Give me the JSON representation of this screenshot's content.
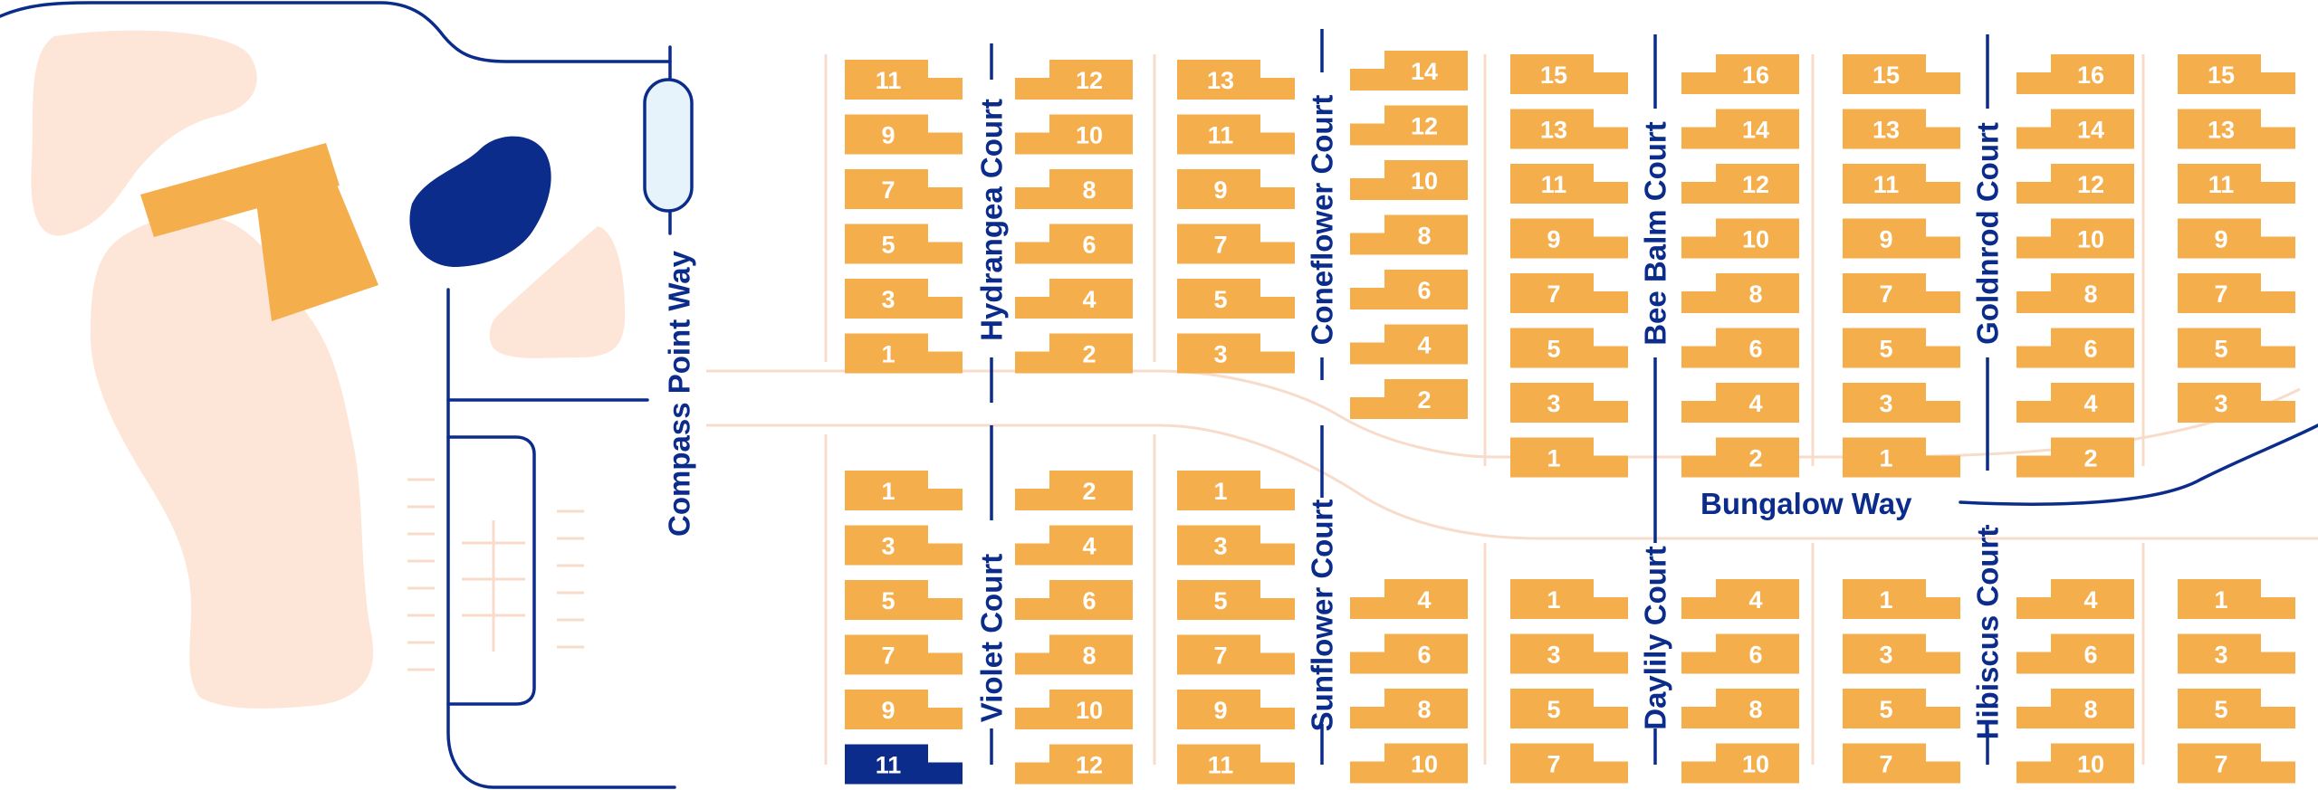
{
  "colors": {
    "lot": "#f5ae4c",
    "lot_selected": "#0b2c8a",
    "road": "#0b2c8a",
    "label": "#0b2c8a",
    "land": "#fde6d8",
    "path": "#f8dccb",
    "pond": "#0b2c8a",
    "pool": "#e6f3fb",
    "clubhouse": "#f5ae4c"
  },
  "streets": {
    "compass_point": "Compass Point Way",
    "bungalow": "Bungalow Way",
    "hydrangea": "Hydrangea Court",
    "coneflower": "Coneflower Court",
    "bee_balm": "Bee Balm Court",
    "goldnrod": "Goldnrod Court",
    "violet": "Violet Court",
    "sunflower": "Sunflower Court",
    "daylily": "Daylily Court",
    "hibiscus": "Hibiscus Court"
  },
  "lot_groups": [
    {
      "id": "hydrangea-west",
      "lots": [
        "11",
        "9",
        "7",
        "5",
        "3",
        "1"
      ]
    },
    {
      "id": "hydrangea-east",
      "lots": [
        "12",
        "10",
        "8",
        "6",
        "4",
        "2"
      ]
    },
    {
      "id": "coneflower-west",
      "lots": [
        "13",
        "11",
        "9",
        "7",
        "5",
        "3"
      ]
    },
    {
      "id": "coneflower-east",
      "lots": [
        "14",
        "12",
        "10",
        "8",
        "6",
        "4",
        "2"
      ]
    },
    {
      "id": "bee-balm-west",
      "lots": [
        "15",
        "13",
        "11",
        "9",
        "7",
        "5",
        "3",
        "1"
      ]
    },
    {
      "id": "bee-balm-east",
      "lots": [
        "16",
        "14",
        "12",
        "10",
        "8",
        "6",
        "4",
        "2"
      ]
    },
    {
      "id": "goldnrod-west",
      "lots": [
        "15",
        "13",
        "11",
        "9",
        "7",
        "5",
        "3",
        "1"
      ]
    },
    {
      "id": "goldnrod-east",
      "lots": [
        "16",
        "14",
        "12",
        "10",
        "8",
        "6",
        "4",
        "2"
      ]
    },
    {
      "id": "goldnrod-far-east",
      "lots": [
        "15",
        "13",
        "11",
        "9",
        "7",
        "5",
        "3"
      ]
    },
    {
      "id": "violet-west",
      "lots": [
        "1",
        "3",
        "5",
        "7",
        "9",
        "11"
      ],
      "selected": "11"
    },
    {
      "id": "violet-east",
      "lots": [
        "2",
        "4",
        "6",
        "8",
        "10",
        "12"
      ]
    },
    {
      "id": "sunflower-west",
      "lots": [
        "1",
        "3",
        "5",
        "7",
        "9",
        "11"
      ]
    },
    {
      "id": "sunflower-east",
      "lots": [
        "4",
        "6",
        "8",
        "10"
      ]
    },
    {
      "id": "daylily-west",
      "lots": [
        "1",
        "3",
        "5",
        "7"
      ]
    },
    {
      "id": "daylily-east",
      "lots": [
        "4",
        "6",
        "8",
        "10"
      ]
    },
    {
      "id": "hibiscus-west",
      "lots": [
        "1",
        "3",
        "5",
        "7"
      ]
    },
    {
      "id": "hibiscus-east",
      "lots": [
        "4",
        "6",
        "8",
        "10"
      ]
    },
    {
      "id": "hibiscus-far-east",
      "lots": [
        "1",
        "3",
        "5",
        "7"
      ]
    }
  ]
}
